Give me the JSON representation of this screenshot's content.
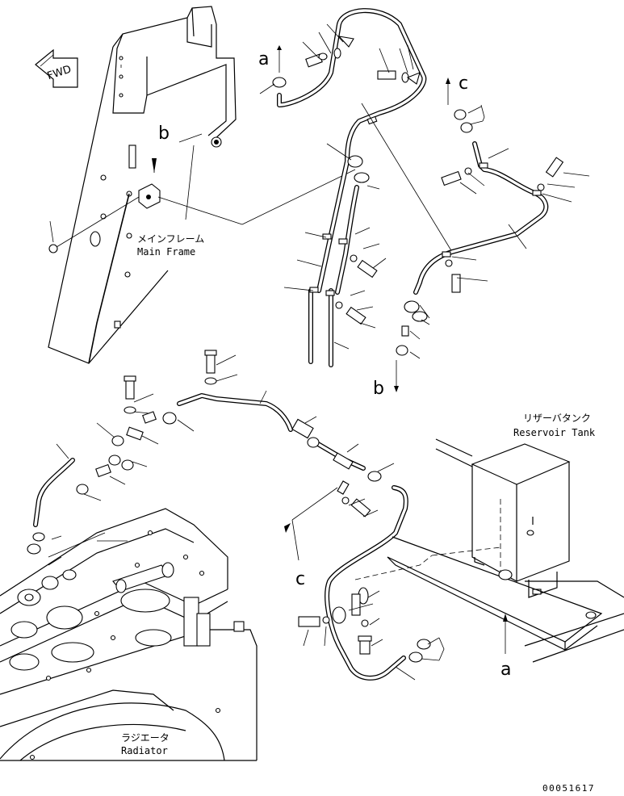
{
  "labels": {
    "main_frame_jp": "メインフレーム",
    "main_frame_en": "Main Frame",
    "reservoir_jp": "リザーバタンク",
    "reservoir_en": "Reservoir Tank",
    "radiator_jp": "ラジエータ",
    "radiator_en": "Radiator",
    "fwd": "FWD"
  },
  "view_markers": {
    "a_top": "a",
    "a_bottom": "a",
    "b_top": "b",
    "b_bottom": "b",
    "c_top": "c",
    "c_bottom": "c"
  },
  "document_number": "00051617",
  "colors": {
    "ink": "#000000",
    "paper": "#ffffff"
  }
}
